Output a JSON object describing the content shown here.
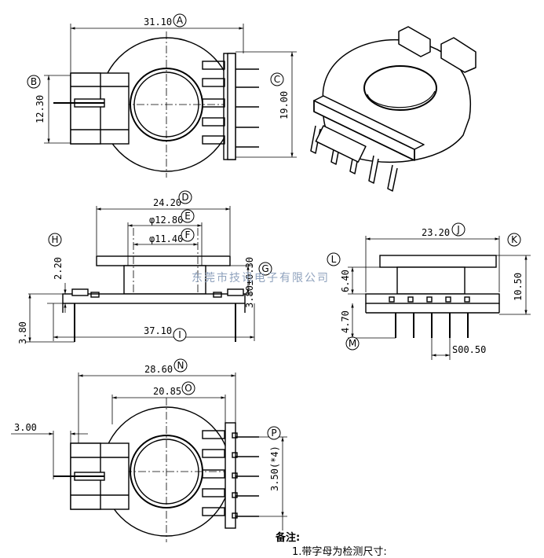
{
  "dimensions": {
    "a": "31.10",
    "b": "12.30",
    "c": "19.00",
    "d": "24.20",
    "e": "φ12.80",
    "f": "φ11.40",
    "g": "3.80±0.30",
    "h": "2.20",
    "h2": "3.80",
    "i": "37.10",
    "j": "23.20",
    "l": "6.40",
    "k": "10.50",
    "m": "4.70",
    "spacing": "S00.50",
    "n": "28.60",
    "o": "20.85",
    "p": "3.00",
    "p2": "3.50(*4)"
  },
  "labels": {
    "a": "A",
    "b": "B",
    "c": "C",
    "d": "D",
    "e": "E",
    "f": "F",
    "g": "G",
    "h": "H",
    "i": "I",
    "j": "J",
    "k": "K",
    "l": "L",
    "m": "M",
    "n": "N",
    "o": "O",
    "p": "P"
  },
  "watermark": "东莞市技讯电子有限公司",
  "notes": {
    "heading": "备注:",
    "item1": "1.带字母为检测尺寸:"
  }
}
